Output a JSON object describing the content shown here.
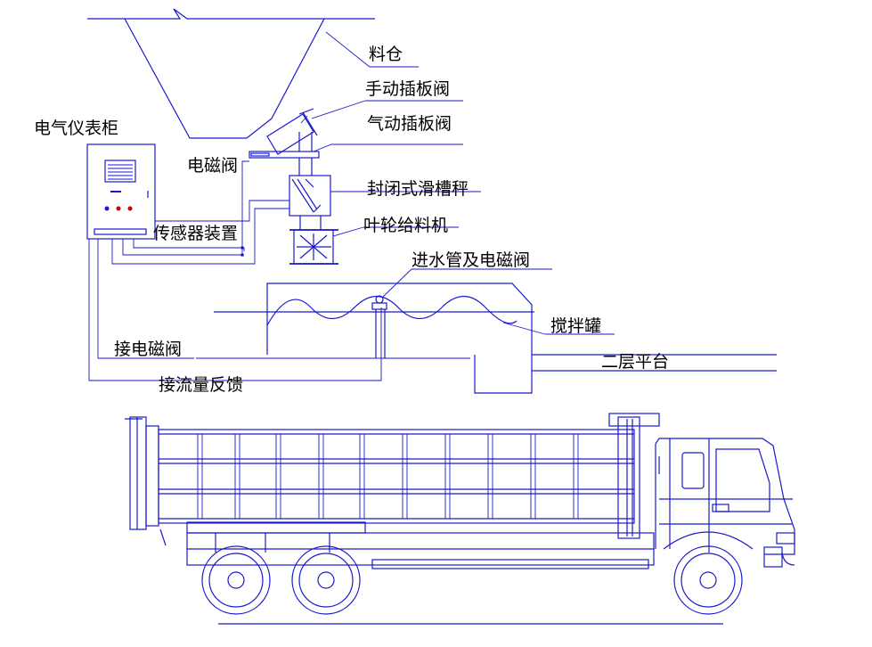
{
  "colors": {
    "line": "#1a1acc",
    "text": "#000000",
    "background": "#ffffff"
  },
  "labels": {
    "bin": "料仓",
    "manual_gate": "手动插板阀",
    "pneumatic_gate": "气动插板阀",
    "electric_cabinet": "电气仪表柜",
    "solenoid": "电磁阀",
    "chute_scale": "封闭式滑槽秤",
    "sensor": "传感器装置",
    "rotary_feeder": "叶轮给料机",
    "water_pipe": "进水管及电磁阀",
    "mixer_tank": "搅拌罐",
    "connect_solenoid": "接电磁阀",
    "floor2": "二层平台",
    "flow_feedback": "接流量反馈"
  }
}
